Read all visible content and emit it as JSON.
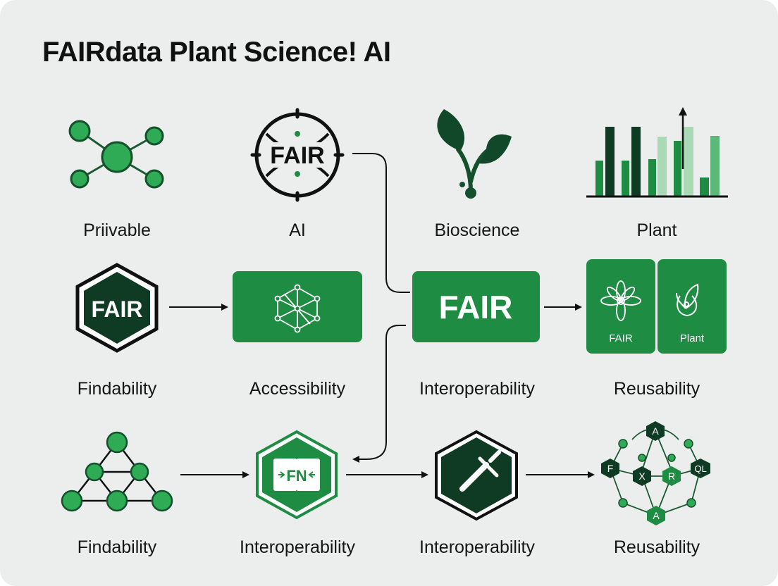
{
  "title": "FAIRdata Plant Science! AI",
  "labels": {
    "r1c1": "Priivable",
    "r1c2": "AI",
    "r1c3": "Bioscience",
    "r1c4": "Plant",
    "r2c1": "Findability",
    "r2c2": "Accessibility",
    "r2c3": "Interoperability",
    "r2c4": "Reusability",
    "r3c1": "Findability",
    "r3c2": "Interoperability",
    "r3c3": "Interoperability",
    "r3c4": "Reusability"
  },
  "icons": {
    "fair_circle_text": "FAIR",
    "fair_hex_text": "FAIR",
    "fair_box_text": "FAIR",
    "panel_left_text": "FAIR",
    "panel_right_text": "Plant",
    "fn_hex_text": "FN",
    "graph_nodes": [
      "A",
      "F",
      "X",
      "R",
      "QL",
      "A"
    ]
  },
  "colors": {
    "green": "#1e8c43",
    "dark_green": "#0f3a24",
    "light_green": "#5cb878",
    "pale_green": "#a9d9b5",
    "background": "#eceeee"
  }
}
